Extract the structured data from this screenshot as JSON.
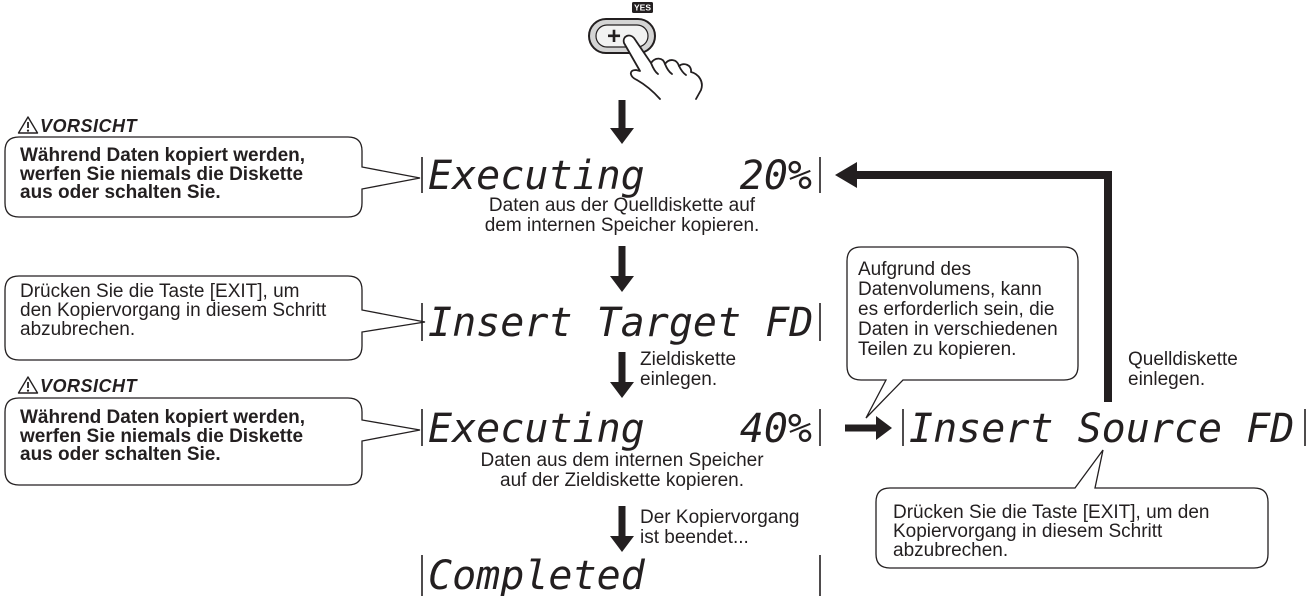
{
  "button": {
    "label": "+",
    "badge": "YES"
  },
  "cautions": [
    {
      "label": "VORSICHT",
      "text": "Während Daten kopiert werden,\nwerfen Sie niemals die Diskette\naus oder schalten Sie."
    },
    {
      "label": "VORSICHT",
      "text": "Während Daten kopiert werden,\nwerfen Sie niemals die Diskette\naus oder schalten Sie."
    }
  ],
  "displays": {
    "executing_20": {
      "message": "Executing",
      "progress": "20%"
    },
    "insert_target": {
      "message": "Insert Target FD"
    },
    "executing_40": {
      "message": "Executing",
      "progress": "40%"
    },
    "completed": {
      "message": "Completed"
    },
    "insert_source": {
      "message": "Insert Source FD"
    }
  },
  "steps": {
    "copy_to_memory": "Daten aus der Quelldiskette auf\ndem internen Speicher kopieren.",
    "insert_target": "Zieldiskette\neinlegen.",
    "copy_to_disk": "Daten aus dem internen Speicher\nauf der Zieldiskette kopieren.",
    "finished": "Der Kopiervorgang\nist beendet...",
    "insert_source": "Quelldiskette\neinlegen."
  },
  "notes": {
    "exit_left": "Drücken Sie die Taste [EXIT], um\nden Kopiervorgang in diesem Schritt\nabzubrechen.",
    "volume": "Aufgrund des\nDatenvolumens, kann\nes erforderlich sein, die\nDaten in verschiedenen\nTeilen zu kopieren.",
    "exit_right": "Drücken Sie die Taste [EXIT], um den\nKopiervorgang in diesem Schritt\nabzubrechen."
  },
  "icons": {
    "button_press": "hand-press-icon",
    "caution": "warning-icon",
    "flow": "arrow-icon"
  },
  "colors": {
    "ink": "#231f20",
    "paper": "#ffffff",
    "key-ring": "#d4d4d4",
    "key-face": "#f2f2f2"
  }
}
